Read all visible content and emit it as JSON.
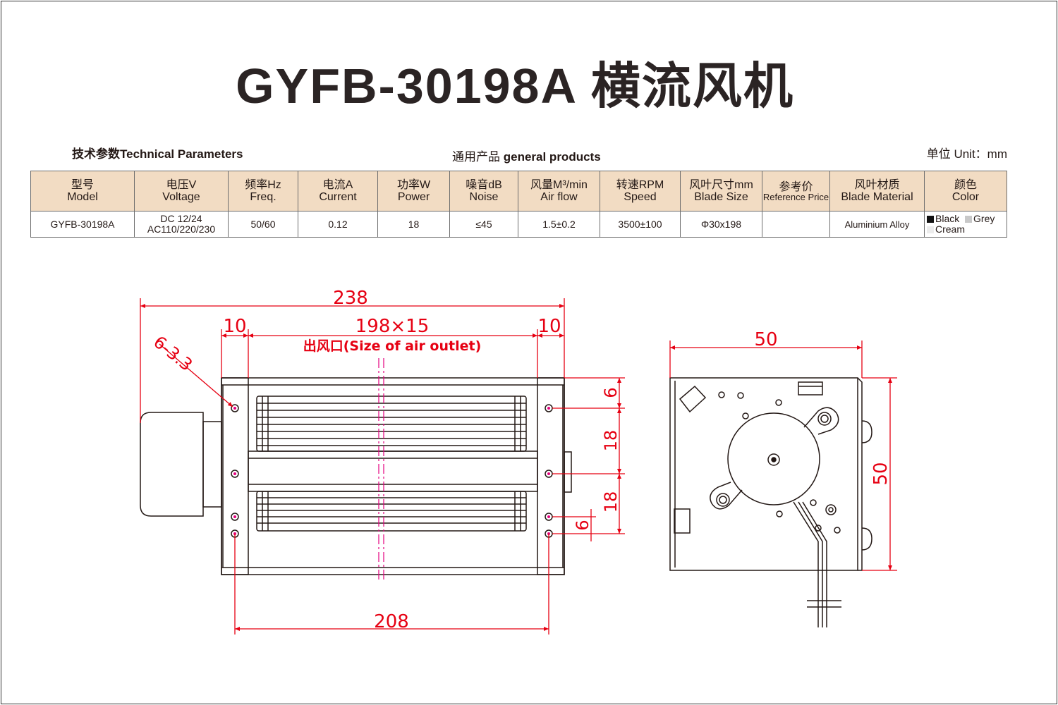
{
  "title": "GYFB-30198A 横流风机",
  "header": {
    "left_cn": "技术参数",
    "left_en": "Technical Parameters",
    "mid_cn": "通用产品",
    "mid_en": "general products",
    "right": "单位 Unit：mm"
  },
  "table": {
    "headers": [
      {
        "cn": "型号",
        "en": "Model"
      },
      {
        "cn": "电压V",
        "en": "Voltage"
      },
      {
        "cn": "频率Hz",
        "en": "Freq."
      },
      {
        "cn": "电流A",
        "en": "Current"
      },
      {
        "cn": "功率W",
        "en": "Power"
      },
      {
        "cn": "噪音dB",
        "en": "Noise"
      },
      {
        "cn": "风量M³/min",
        "en": "Air flow"
      },
      {
        "cn": "转速RPM",
        "en": "Speed"
      },
      {
        "cn": "风叶尺寸mm",
        "en": "Blade Size"
      },
      {
        "cn": "参考价",
        "en": "Reference Price"
      },
      {
        "cn": "风叶材质",
        "en": "Blade Material"
      },
      {
        "cn": "颜色",
        "en": "Color"
      }
    ],
    "row": {
      "model": "GYFB-30198A",
      "voltage_line1": "DC  12/24",
      "voltage_line2": "AC110/220/230",
      "freq": "50/60",
      "current": "0.12",
      "power": "18",
      "noise": "≤45",
      "airflow": "1.5±0.2",
      "speed": "3500±100",
      "blade_size": "Φ30x198",
      "price": "",
      "material": "Aluminium Alloy",
      "colors": [
        {
          "name": "Black",
          "hex": "#111111"
        },
        {
          "name": "Grey",
          "hex": "#c8c8c8"
        },
        {
          "name": "Cream",
          "hex": "#ececec"
        }
      ]
    }
  },
  "drawing": {
    "dim_total_width": "238",
    "dim_left_margin": "10",
    "dim_outlet": "198×15",
    "dim_right_margin": "10",
    "hole_spec": "6-3.3",
    "outlet_label": "出风口(Size of  air outlet)",
    "dim_v1": "6",
    "dim_v2": "18",
    "dim_v3": "18",
    "dim_v4": "6",
    "dim_bottom": "208",
    "side_width": "50",
    "side_height": "50"
  },
  "colors": {
    "dimension": "#e60012",
    "centerline": "#e4007f",
    "table_header_bg": "#f2dcc3"
  }
}
